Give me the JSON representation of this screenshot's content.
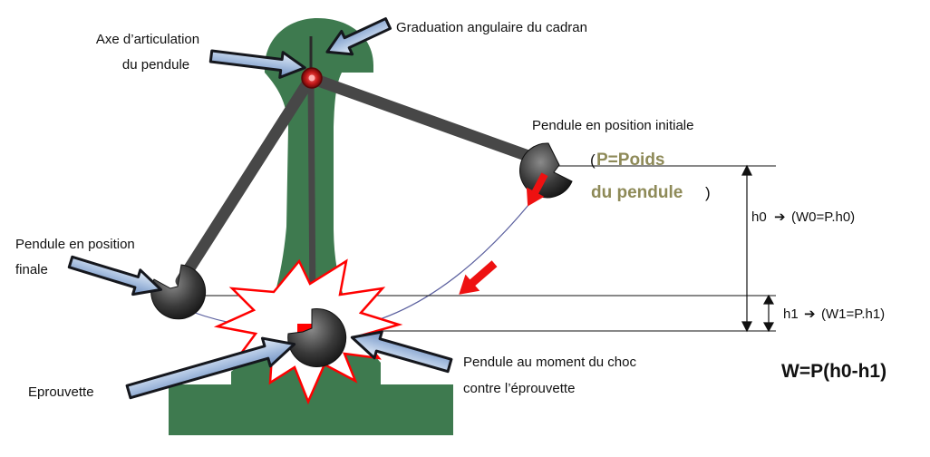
{
  "colors": {
    "frame": "#3e7a4f",
    "pendulum_rod": "#474747",
    "hammer": "#303030",
    "impact_outline": "#ff0000",
    "arrow_fill": "#b8cbe4",
    "arrow_outline": "#15171d",
    "motion_arrow": "#ee1111",
    "trajectory": "#5a5f9e",
    "accent_text": "#8e8a58"
  },
  "labels": {
    "pivot_line1": "Axe d’articulation",
    "pivot_line2": "du pendule",
    "dial": "Graduation angulaire du cadran",
    "initial": "Pendule en position initiale",
    "weight_paren_open": "(",
    "weight_line1": "P=Poids",
    "weight_line2": "du pendule",
    "weight_paren_close": ")",
    "final_line1": "Pendule en position",
    "final_line2": "finale",
    "specimen": "Eprouvette",
    "impact_line1": "Pendule au moment du choc",
    "impact_line2": "contre l’éprouvette"
  },
  "dimensions": {
    "h0_label": "h0",
    "h0_formula": "(W0=P.h0)",
    "h1_label": "h1",
    "h1_formula": "(W1=P.h1)",
    "arrow_glyph": "➔"
  },
  "formula": "W=P(h0-h1)"
}
